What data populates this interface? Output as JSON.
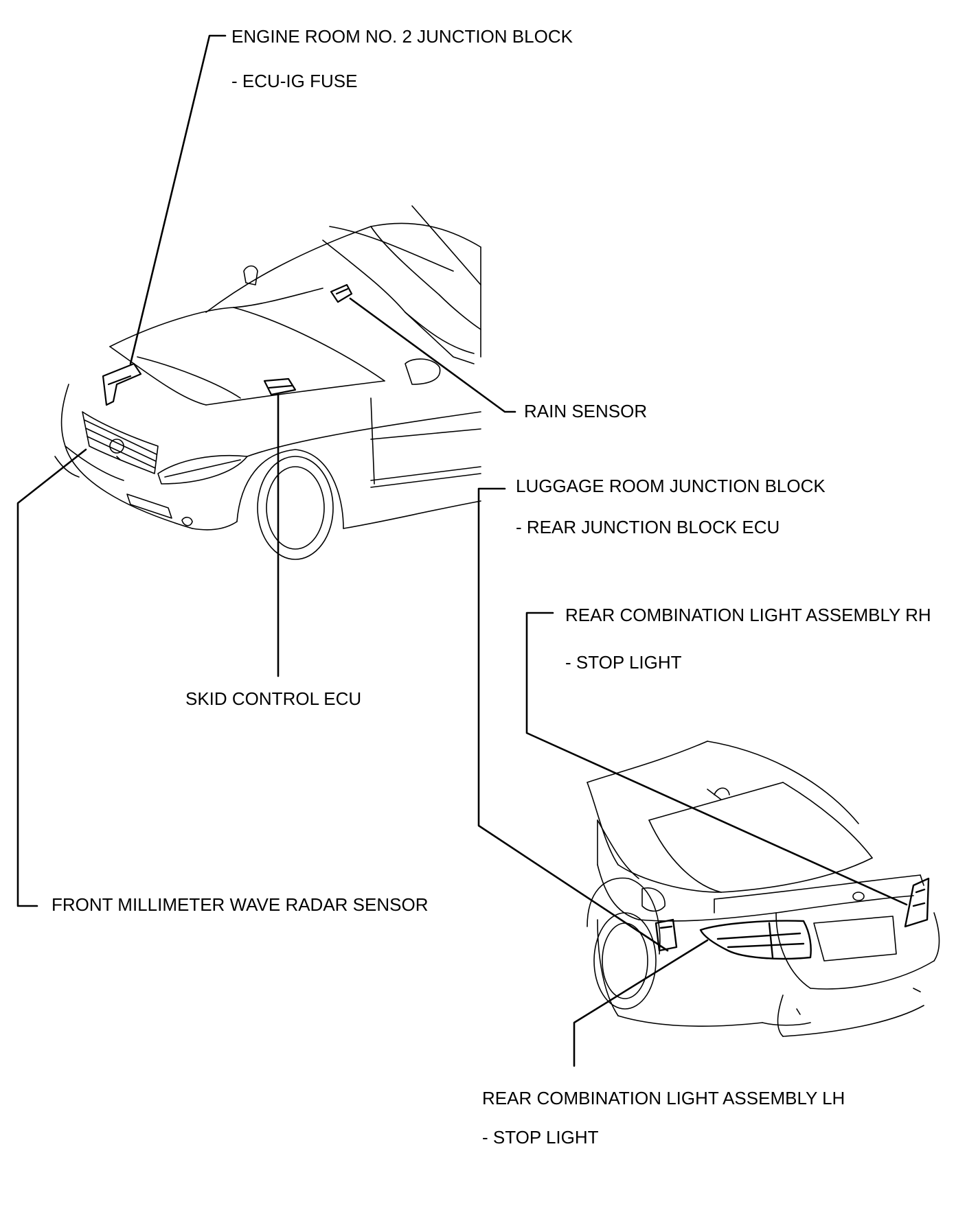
{
  "labels": {
    "engine_room_block": "ENGINE ROOM NO. 2 JUNCTION BLOCK",
    "ecu_ig_fuse": "- ECU-IG FUSE",
    "rain_sensor": "RAIN SENSOR",
    "luggage_room_block": "LUGGAGE ROOM JUNCTION BLOCK",
    "rear_junction_ecu": "- REAR JUNCTION BLOCK ECU",
    "rear_light_rh": "REAR COMBINATION LIGHT ASSEMBLY RH",
    "stop_light_rh": "- STOP LIGHT",
    "skid_control_ecu": "SKID CONTROL ECU",
    "front_radar_sensor": "FRONT MILLIMETER WAVE RADAR SENSOR",
    "rear_light_lh": "REAR COMBINATION LIGHT ASSEMBLY LH",
    "stop_light_lh": "- STOP LIGHT"
  },
  "colors": {
    "line": "#000000",
    "background": "#ffffff"
  }
}
